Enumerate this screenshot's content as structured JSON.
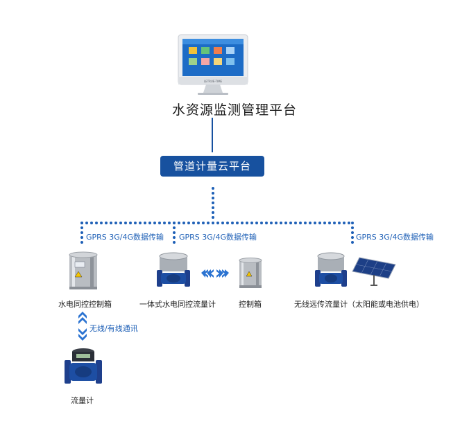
{
  "top_node": {
    "label": "水资源监测管理平台",
    "monitor_brand": "LETRUE-TIME"
  },
  "cloud_node": {
    "label": "管道计量云平台"
  },
  "links": {
    "gprs_label": "GPRS 3G/4G数据传输",
    "wired_label": "无线/有线通讯"
  },
  "devices": {
    "control_box_sync": "水电同控控制箱",
    "integrated_meter": "一体式水电同控流量计",
    "control_box": "控制箱",
    "remote_meter": "无线远传流量计（太阳能或电池供电）",
    "flow_meter": "流量计"
  },
  "colors": {
    "accent": "#17519f",
    "dot": "#1d5fb6",
    "link_text": "#1d5fb6"
  }
}
